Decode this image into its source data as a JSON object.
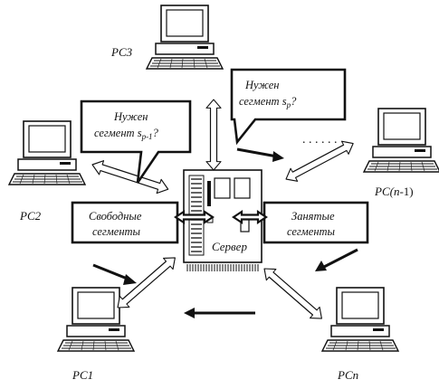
{
  "diagram": {
    "pcs": {
      "pc1": "PC1",
      "pc2": "PC2",
      "pc3": "PC3",
      "pc_n1_prefix": "PC(",
      "pc_n1_var": "n",
      "pc_n1_suffix": "-1)",
      "pcn_prefix": "PC",
      "pcn_var": "n"
    },
    "server_label": "Сервер",
    "dots": ". . . . . .",
    "free_segments": {
      "line1": "Свободные",
      "line2": "сегменты"
    },
    "busy_segments": {
      "line1": "Занятые",
      "line2": "сегменты"
    },
    "callout_left": {
      "line1": "Нужен",
      "line2_prefix": "сегмент ",
      "var": "s",
      "sub": "p-1",
      "suffix": "?"
    },
    "callout_right": {
      "line1": "Нужен",
      "line2_prefix": "сегмент ",
      "var": "s",
      "sub": "p",
      "suffix": "?"
    }
  }
}
